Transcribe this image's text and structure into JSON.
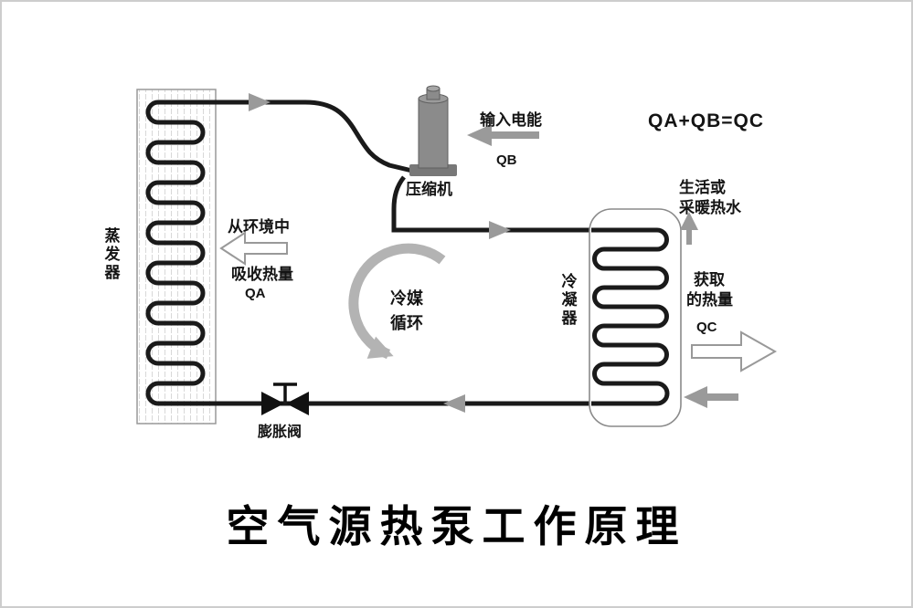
{
  "page": {
    "caption": "空气源热泵工作原理",
    "formula": "QA+QB=QC"
  },
  "components": {
    "evaporator": "蒸发器",
    "compressor": "压缩机",
    "condenser": "冷凝器",
    "expansion_valve": "膨胀阀",
    "cycle_line1": "冷媒",
    "cycle_line2": "循环"
  },
  "flows": {
    "input_power_label": "输入电能",
    "input_power_symbol": "QB",
    "absorb_line1": "从环境中",
    "absorb_line2": "吸收热量",
    "absorb_symbol": "QA",
    "hot_water_line1": "生活或",
    "hot_water_line2": "采暖热水",
    "output_line1": "获取",
    "output_line2": "的热量",
    "output_symbol": "QC"
  },
  "colors": {
    "pipe": "#1a1a1a",
    "gray_arrow": "#9a9a9a",
    "cycle_arrow": "#b3b3b3"
  }
}
